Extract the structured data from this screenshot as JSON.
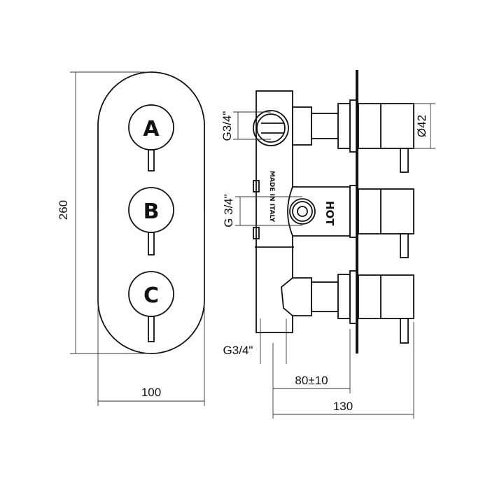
{
  "front_view": {
    "handles": [
      "A",
      "B",
      "C"
    ]
  },
  "dimensions": {
    "height": "260",
    "width": "100",
    "depth_adjust": "80±10",
    "total_depth": "130",
    "handle_diameter": "Ø42",
    "thread_top": "G3/4\"",
    "thread_middle": "G 3/4\"",
    "thread_bottom": "G3/4\""
  },
  "markings": {
    "origin": "MADE IN ITALY",
    "inlet": "HOT"
  }
}
